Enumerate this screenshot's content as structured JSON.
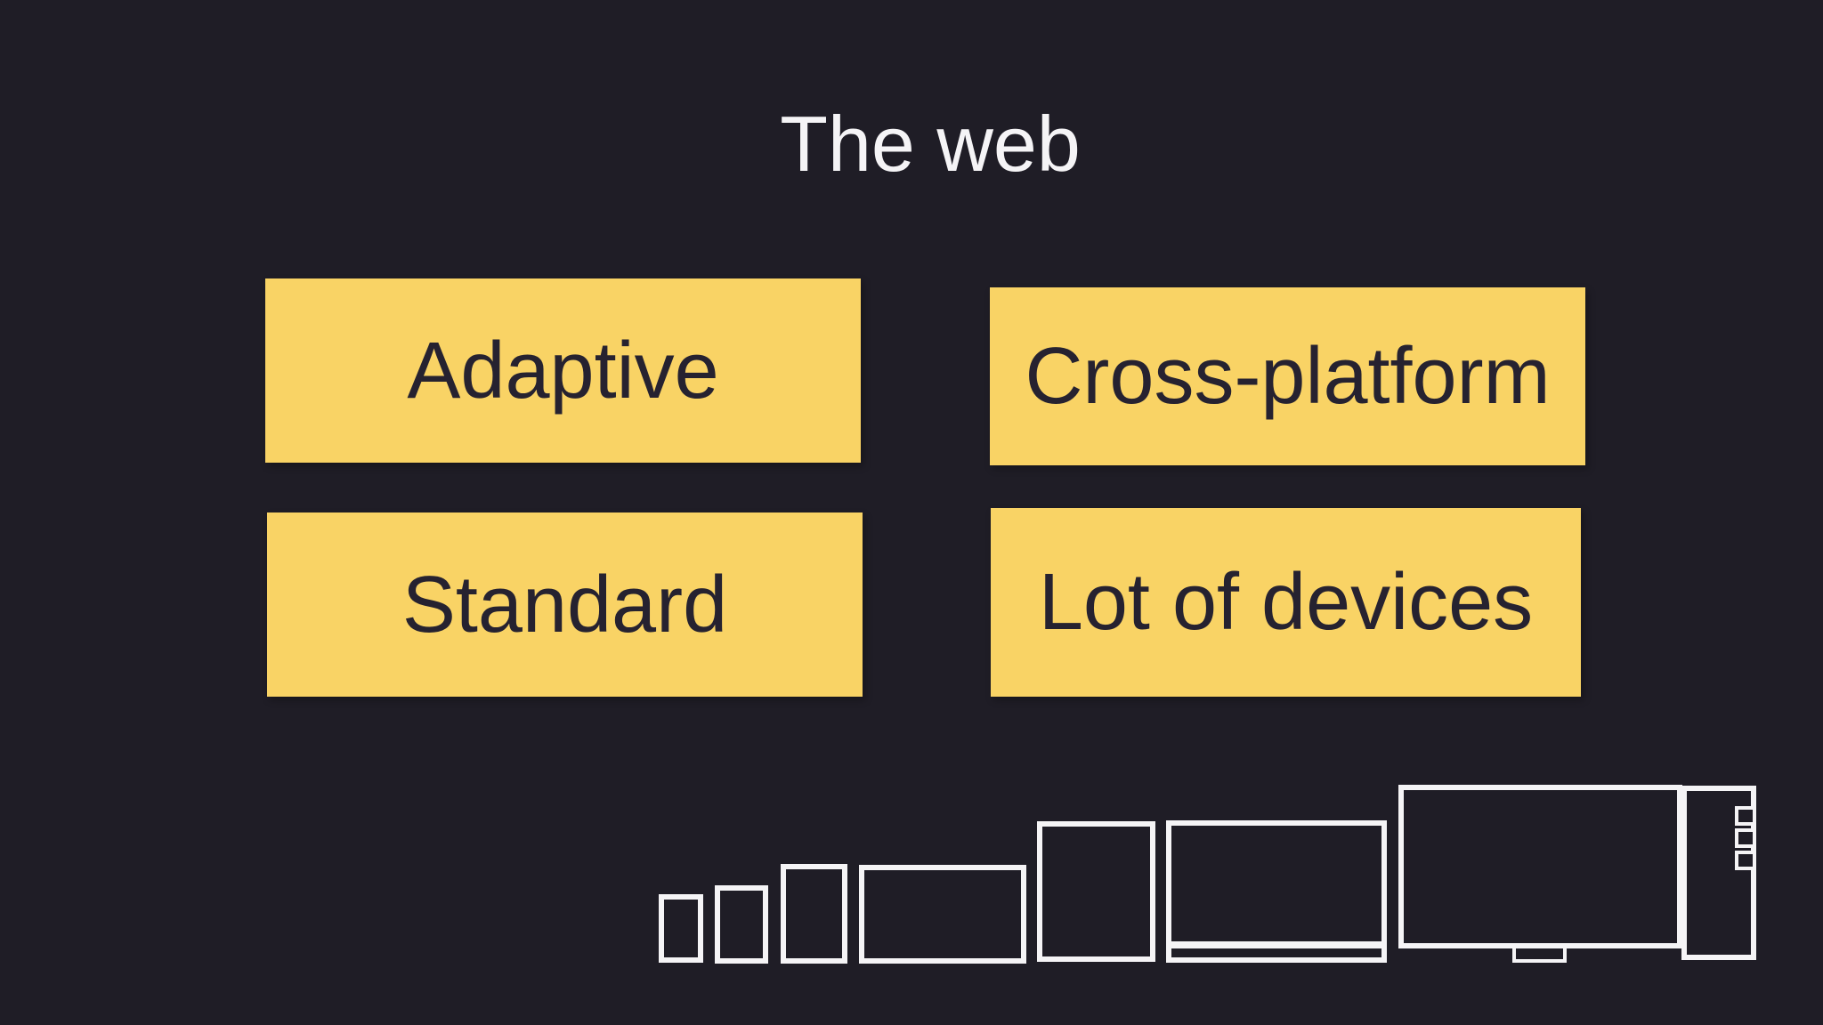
{
  "slide": {
    "title": "The web",
    "background_color": "#1f1d26",
    "accent_color": "#f9d365",
    "title_color": "#f5f4f6",
    "card_text_color": "#262230",
    "outline_color": "#f5f4f6"
  },
  "cards": [
    {
      "label": "Adaptive"
    },
    {
      "label": "Cross-platform"
    },
    {
      "label": "Standard"
    },
    {
      "label": "Lot of devices"
    }
  ],
  "devices": {
    "icons": [
      "phone-small-icon",
      "phone-icon",
      "tablet-small-icon",
      "tablet-landscape-icon",
      "tablet-large-icon",
      "laptop-monitor-icon",
      "tv-icon",
      "desktop-tower-icon"
    ]
  }
}
